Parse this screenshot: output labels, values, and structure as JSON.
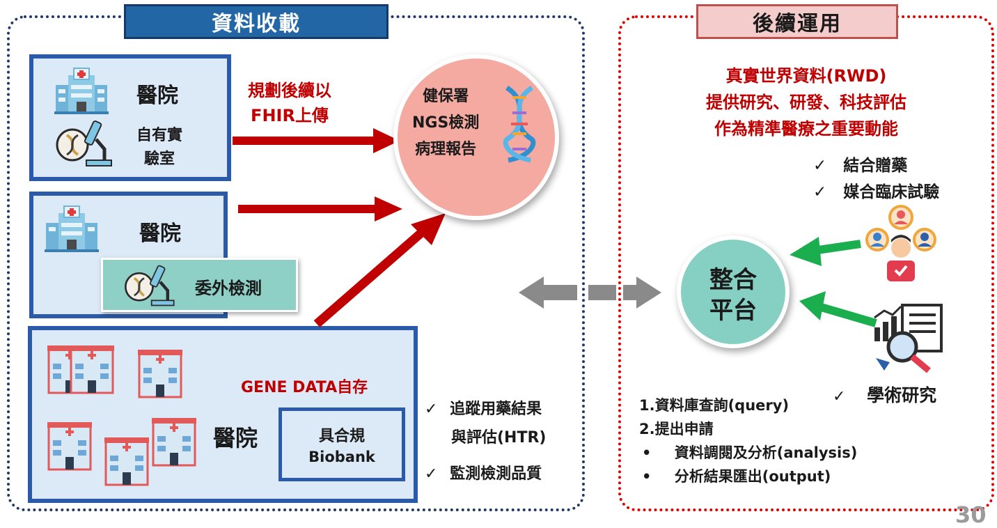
{
  "left_section": {
    "title": "資料收載"
  },
  "right_section": {
    "title": "後續運用"
  },
  "hospital1": {
    "label": "醫院",
    "lab_label_line1": "自有實",
    "lab_label_line2": "驗室"
  },
  "hospital2": {
    "label": "醫院",
    "outsource_label": "委外檢測"
  },
  "hospital3": {
    "label": "醫院",
    "gene_label": "GENE DATA自存",
    "biobank_line1": "具合規",
    "biobank_line2": "Biobank"
  },
  "fhir_note": {
    "line1": "規劃後續以",
    "line2": "FHIR上傳"
  },
  "nhi_circle": {
    "line1": "健保署",
    "line2": "NGS檢測",
    "line3": "病理報告"
  },
  "left_checks": [
    {
      "mark": "✓",
      "line1": "追蹤用藥結果",
      "line2": "與評估(HTR)"
    },
    {
      "mark": "✓",
      "line1": "監測檢測品質"
    }
  ],
  "rwd": {
    "line1": "真實世界資料(RWD)",
    "line2": "提供研究、研發、科技評估",
    "line3": "作為精準醫療之重要動能"
  },
  "right_checks": [
    {
      "mark": "✓",
      "text": "結合贈藥"
    },
    {
      "mark": "✓",
      "text": "媒合臨床試驗"
    },
    {
      "mark": "✓",
      "text": "學術研究"
    }
  ],
  "platform": {
    "line1": "整合",
    "line2": "平台"
  },
  "steps": {
    "s1": "1.資料庫查詢(query)",
    "s2": "2.提出申請",
    "bullets": [
      "資料調閱及分析(analysis)",
      "分析結果匯出(output)"
    ],
    "bullet_mark": "•"
  },
  "page_number": "30",
  "colors": {
    "navy": "#1f3864",
    "blue_tab": "#2266a5",
    "red": "#c00000",
    "green_arrow": "#1aae4f",
    "gray_arrow": "#8a8a8a",
    "teal": "#86cfc3",
    "pink": "#f4aaa0"
  },
  "icons": [
    "hospital-icon",
    "microscope-icon",
    "dna-icon",
    "people-network-icon",
    "research-report-icon"
  ]
}
